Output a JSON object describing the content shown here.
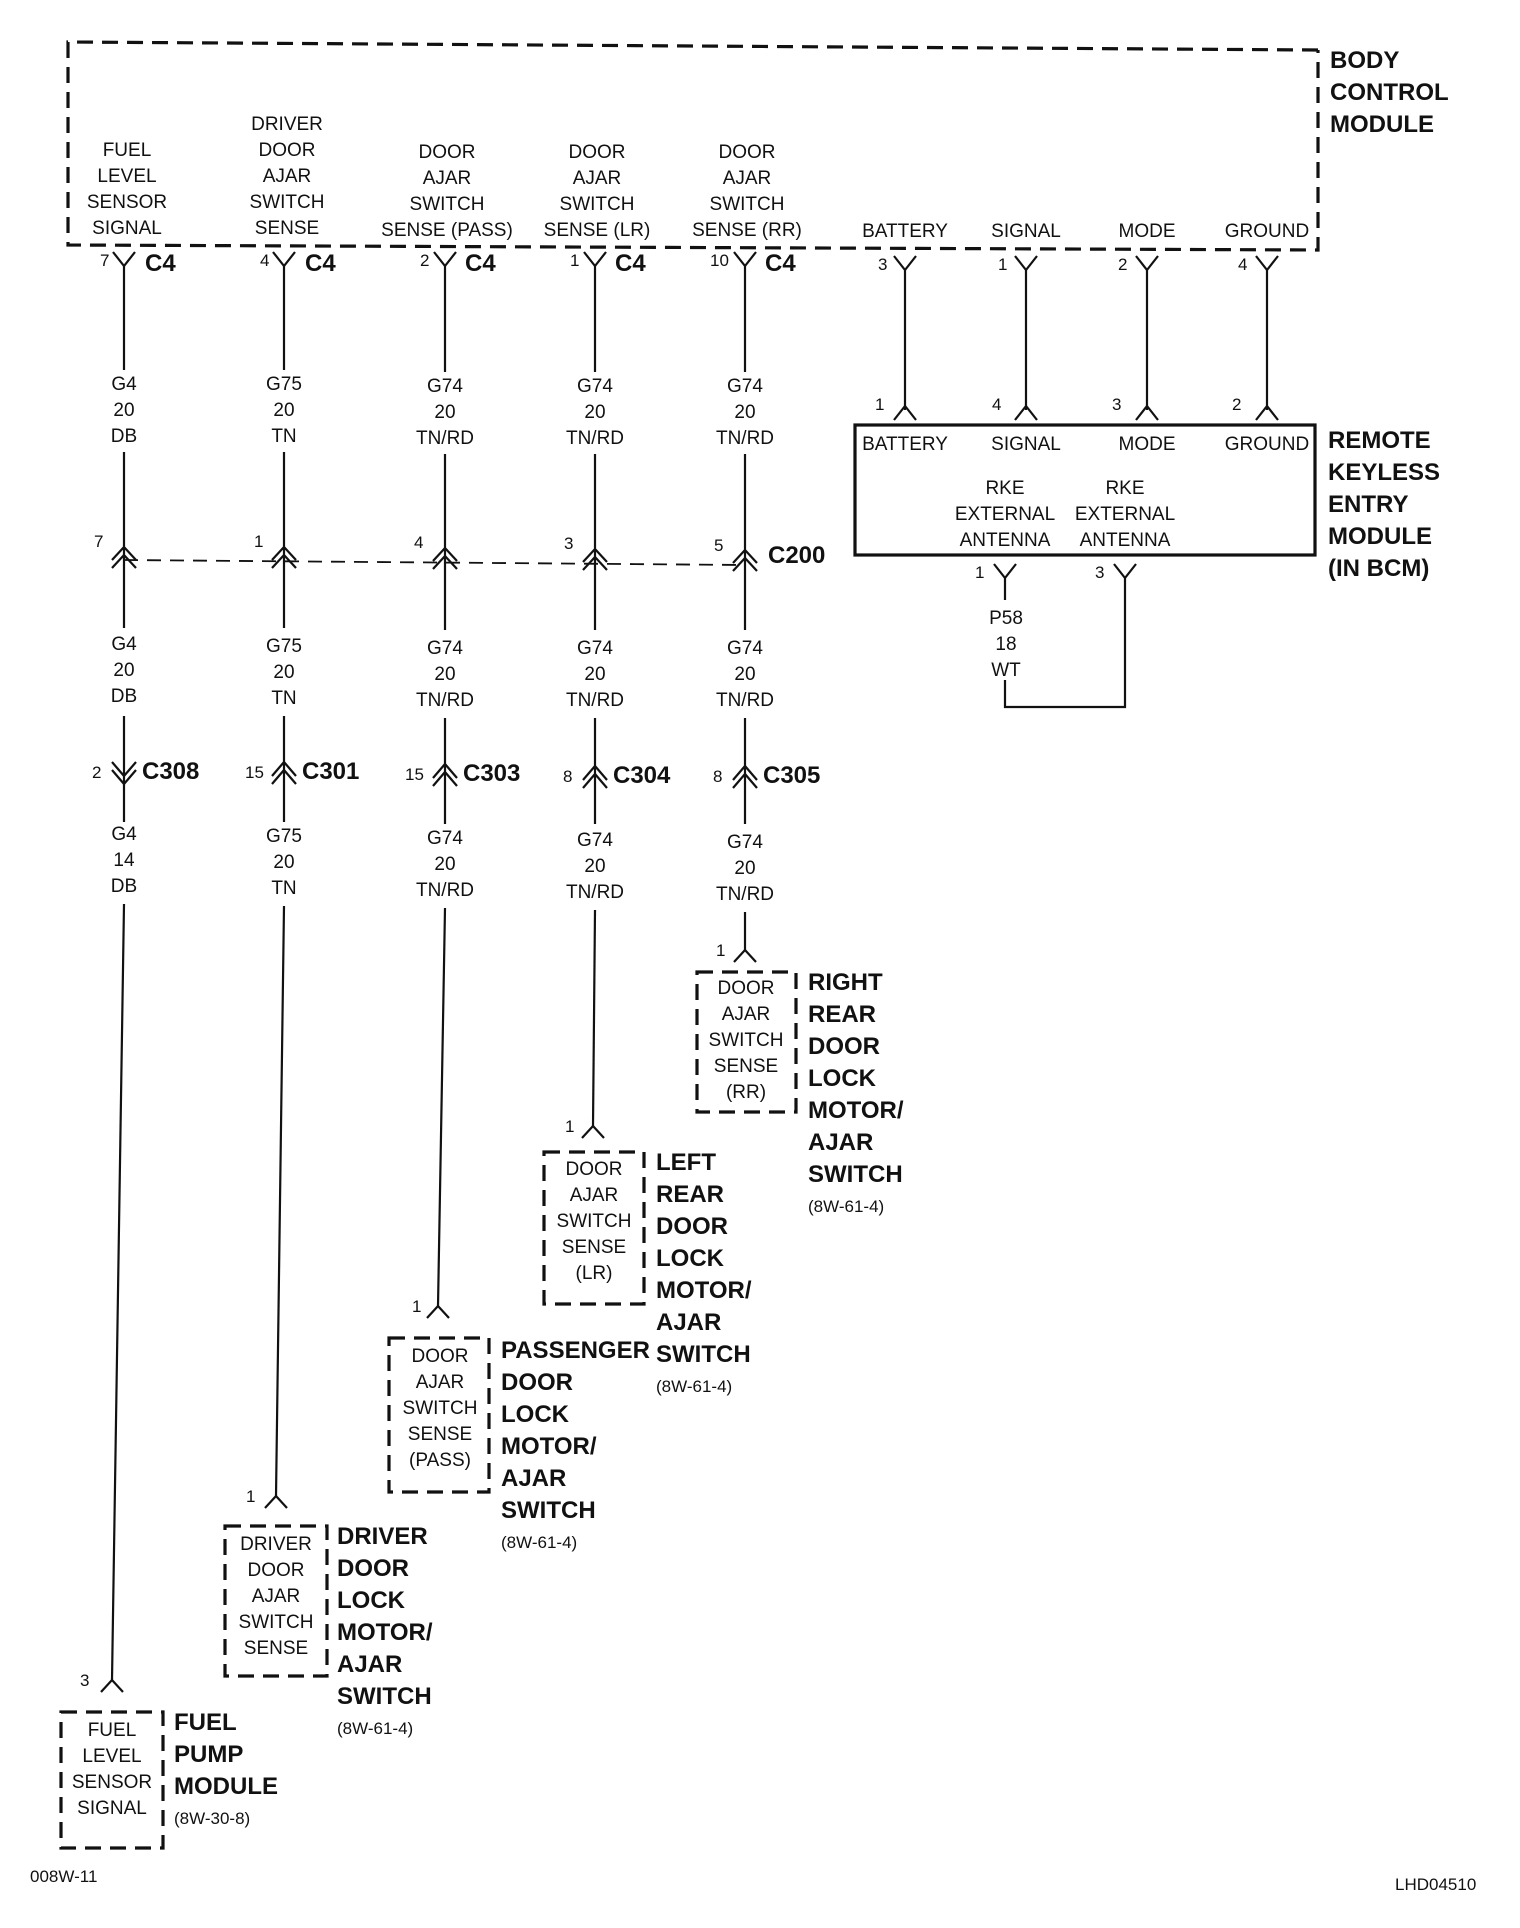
{
  "bcm": {
    "title": [
      "BODY",
      "CONTROL",
      "MODULE"
    ],
    "pin_labels": [
      [
        "FUEL",
        "LEVEL",
        "SENSOR",
        "SIGNAL"
      ],
      [
        "DRIVER",
        "DOOR",
        "AJAR",
        "SWITCH",
        "SENSE"
      ],
      [
        "DOOR",
        "AJAR",
        "SWITCH",
        "SENSE (PASS)"
      ],
      [
        "DOOR",
        "AJAR",
        "SWITCH",
        "SENSE (LR)"
      ],
      [
        "DOOR",
        "AJAR",
        "SWITCH",
        "SENSE (RR)"
      ]
    ],
    "rke_pin_labels": [
      "BATTERY",
      "SIGNAL",
      "MODE",
      "GROUND"
    ],
    "c4_pins": [
      "7",
      "4",
      "2",
      "1",
      "10"
    ],
    "connector": "C4",
    "rke_pins": [
      "3",
      "1",
      "2",
      "4"
    ]
  },
  "wires_upper": [
    [
      "G4",
      "20",
      "DB"
    ],
    [
      "G75",
      "20",
      "TN"
    ],
    [
      "G74",
      "20",
      "TN/RD"
    ],
    [
      "G74",
      "20",
      "TN/RD"
    ],
    [
      "G74",
      "20",
      "TN/RD"
    ]
  ],
  "c200": {
    "name": "C200",
    "pins": [
      "7",
      "1",
      "4",
      "3",
      "5"
    ]
  },
  "wires_middle": [
    [
      "G4",
      "20",
      "DB"
    ],
    [
      "G75",
      "20",
      "TN"
    ],
    [
      "G74",
      "20",
      "TN/RD"
    ],
    [
      "G74",
      "20",
      "TN/RD"
    ],
    [
      "G74",
      "20",
      "TN/RD"
    ]
  ],
  "inline_connectors": [
    {
      "pin": "2",
      "name": "C308"
    },
    {
      "pin": "15",
      "name": "C301"
    },
    {
      "pin": "15",
      "name": "C303"
    },
    {
      "pin": "8",
      "name": "C304"
    },
    {
      "pin": "8",
      "name": "C305"
    }
  ],
  "wires_lower": [
    [
      "G4",
      "14",
      "DB"
    ],
    [
      "G75",
      "20",
      "TN"
    ],
    [
      "G74",
      "20",
      "TN/RD"
    ],
    [
      "G74",
      "20",
      "TN/RD"
    ],
    [
      "G74",
      "20",
      "TN/RD"
    ]
  ],
  "rke": {
    "pins": [
      "1",
      "4",
      "3",
      "2"
    ],
    "labels": [
      "BATTERY",
      "SIGNAL",
      "MODE",
      "GROUND"
    ],
    "antenna_labels": [
      [
        "RKE",
        "EXTERNAL",
        "ANTENNA"
      ],
      [
        "RKE",
        "EXTERNAL",
        "ANTENNA"
      ]
    ],
    "antenna_pins": [
      "1",
      "3"
    ],
    "title": [
      "REMOTE",
      "KEYLESS",
      "ENTRY",
      "MODULE",
      "(IN BCM)"
    ],
    "antenna_wire": [
      "P58",
      "18",
      "WT"
    ]
  },
  "components": [
    {
      "pin": "3",
      "box": [
        "FUEL",
        "LEVEL",
        "SENSOR",
        "SIGNAL"
      ],
      "title": [
        "FUEL",
        "PUMP",
        "MODULE"
      ],
      "ref": "(8W-30-8)"
    },
    {
      "pin": "1",
      "box": [
        "DRIVER",
        "DOOR",
        "AJAR",
        "SWITCH",
        "SENSE"
      ],
      "title": [
        "DRIVER",
        "DOOR",
        "LOCK",
        "MOTOR/",
        "AJAR",
        "SWITCH"
      ],
      "ref": "(8W-61-4)"
    },
    {
      "pin": "1",
      "box": [
        "DOOR",
        "AJAR",
        "SWITCH",
        "SENSE",
        "(PASS)"
      ],
      "title": [
        "PASSENGER",
        "DOOR",
        "LOCK",
        "MOTOR/",
        "AJAR",
        "SWITCH"
      ],
      "ref": "(8W-61-4)"
    },
    {
      "pin": "1",
      "box": [
        "DOOR",
        "AJAR",
        "SWITCH",
        "SENSE",
        "(LR)"
      ],
      "title": [
        "LEFT",
        "REAR",
        "DOOR",
        "LOCK",
        "MOTOR/",
        "AJAR",
        "SWITCH"
      ],
      "ref": "(8W-61-4)"
    },
    {
      "pin": "1",
      "box": [
        "DOOR",
        "AJAR",
        "SWITCH",
        "SENSE",
        "(RR)"
      ],
      "title": [
        "RIGHT",
        "REAR",
        "DOOR",
        "LOCK",
        "MOTOR/",
        "AJAR",
        "SWITCH"
      ],
      "ref": "(8W-61-4)"
    }
  ],
  "footer": {
    "left": "008W-11",
    "right": "LHD04510"
  }
}
